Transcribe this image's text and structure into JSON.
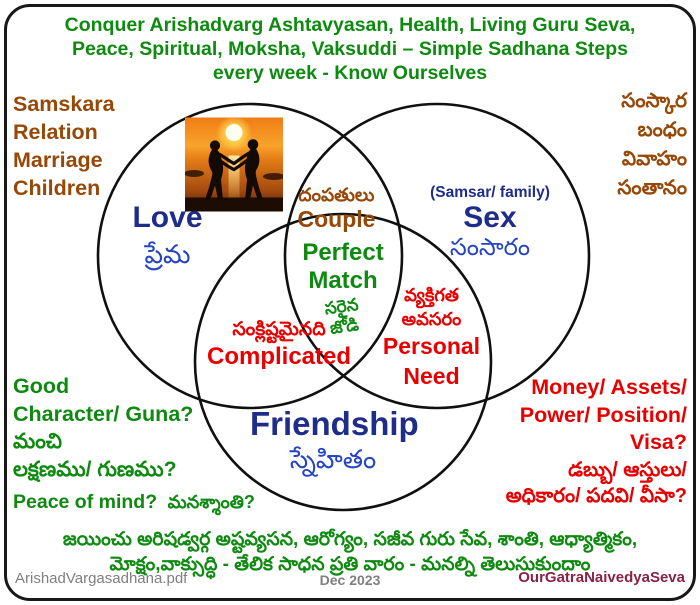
{
  "colors": {
    "title_green": "#0e8a10",
    "brown": "#974806",
    "navy_blue": "#1f2d8a",
    "telugu_blue": "#2644c4",
    "red": "#e80000",
    "footer_gray": "#7f7f7f",
    "footer_maroon": "#8b2144"
  },
  "title": {
    "line1": "Conquer Arishadvarg Ashtavyasan, Health, Living Guru Seva,",
    "line2": "Peace, Spiritual, Moksha, Vaksuddi – Simple Sadhana Steps",
    "line3": "every week - Know Ourselves"
  },
  "top_left": {
    "lines": [
      "Samskara",
      "Relation",
      "Marriage",
      "Children"
    ]
  },
  "top_right": {
    "lines": [
      "సంస్కార",
      "బంధం",
      "వివాహం",
      "సంతానం"
    ]
  },
  "venn": {
    "love": {
      "en": "Love",
      "te": "ప్రేమ"
    },
    "sex": {
      "note": "(Samsar/ family)",
      "en": "Sex",
      "te": "సంసారం"
    },
    "friendship": {
      "en": "Friendship",
      "te": "స్నేహితం"
    },
    "couple": {
      "te": "దంపతులు",
      "en": "Couple"
    },
    "perfect_match": {
      "en1": "Perfect",
      "en2": "Match",
      "te1": "సరైన",
      "te2": "జోడి"
    },
    "complicated": {
      "te": "సంక్లిష్టమైనది",
      "en": "Complicated"
    },
    "personal_need": {
      "te1": "వ్యక్తిగత",
      "te2": "అవసరం",
      "en1": "Personal",
      "en2": "Need"
    }
  },
  "bottom_left": {
    "en1": "Good",
    "en2": "Character/ Guna?",
    "te1": "మంచి",
    "te2": "లక్షణము/ గుణము?",
    "en3": "Peace of mind?",
    "te3": "మనశ్శాంతి?"
  },
  "bottom_right": {
    "en1": "Money/ Assets/",
    "en2": "Power/ Position/",
    "en3": "Visa?",
    "te1": "డబ్బు/ ఆస్తులు/",
    "te2": "అధికారం/ పదవి/ వీసా?"
  },
  "bottom_note": {
    "line1": "జయించు అరిషడ్వర్గ అష్టవ్యసన, ఆరోగ్యం, సజీవ గురు సేవ, శాంతి, ఆధ్యాత్మికం,",
    "line2": "మోక్షం,వాక్సుద్ధి - తేలిక సాధన ప్రతి వారం - మనల్ని తెలుసుకుందాం"
  },
  "footer": {
    "left": "ArishadVargasadhana.pdf",
    "center": "Dec 2023",
    "right": "OurGatraNaivedyaSeva"
  }
}
